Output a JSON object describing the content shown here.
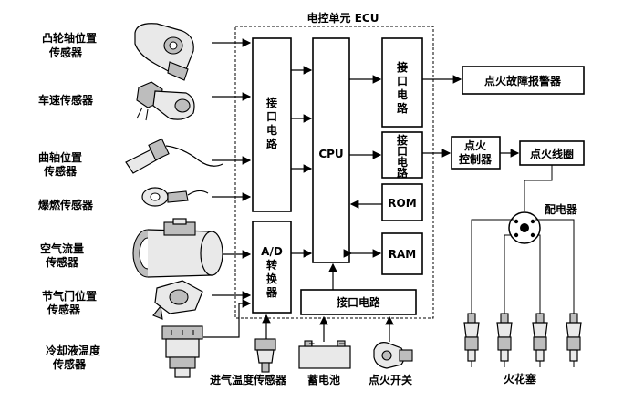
{
  "ecu": {
    "title": "电控单元 ECU",
    "interface_left": [
      "接",
      "口",
      "电",
      "路"
    ],
    "ad": [
      "A/D",
      "转",
      "换",
      "器"
    ],
    "cpu": "CPU",
    "interface_top_right": [
      "接",
      "口",
      "电",
      "路"
    ],
    "interface_mid_right": [
      "接",
      "口",
      "电",
      "路"
    ],
    "rom": "ROM",
    "ram": "RAM",
    "interface_bottom": "接口电路"
  },
  "outputs": {
    "fault_alarm": "点火故障报警器",
    "ignition_controller": [
      "点火",
      "控制器"
    ],
    "ignition_coil": "点火线圈",
    "distributor": "配电器",
    "spark_plug": "火花塞"
  },
  "sensors": {
    "cam": [
      "凸轮轴位置",
      "传感器"
    ],
    "speed": "车速传感器",
    "crank": [
      "曲轴位置",
      "传感器"
    ],
    "knock": "爆燃传感器",
    "airflow": [
      "空气流量",
      "传感器"
    ],
    "throttle": [
      "节气门位置",
      "传感器"
    ],
    "coolant": [
      "冷却液温度",
      "传感器"
    ]
  },
  "bottom_inputs": {
    "intake_temp": "进气温度传感器",
    "battery": "蓄电池",
    "ignition_switch": "点火开关"
  }
}
